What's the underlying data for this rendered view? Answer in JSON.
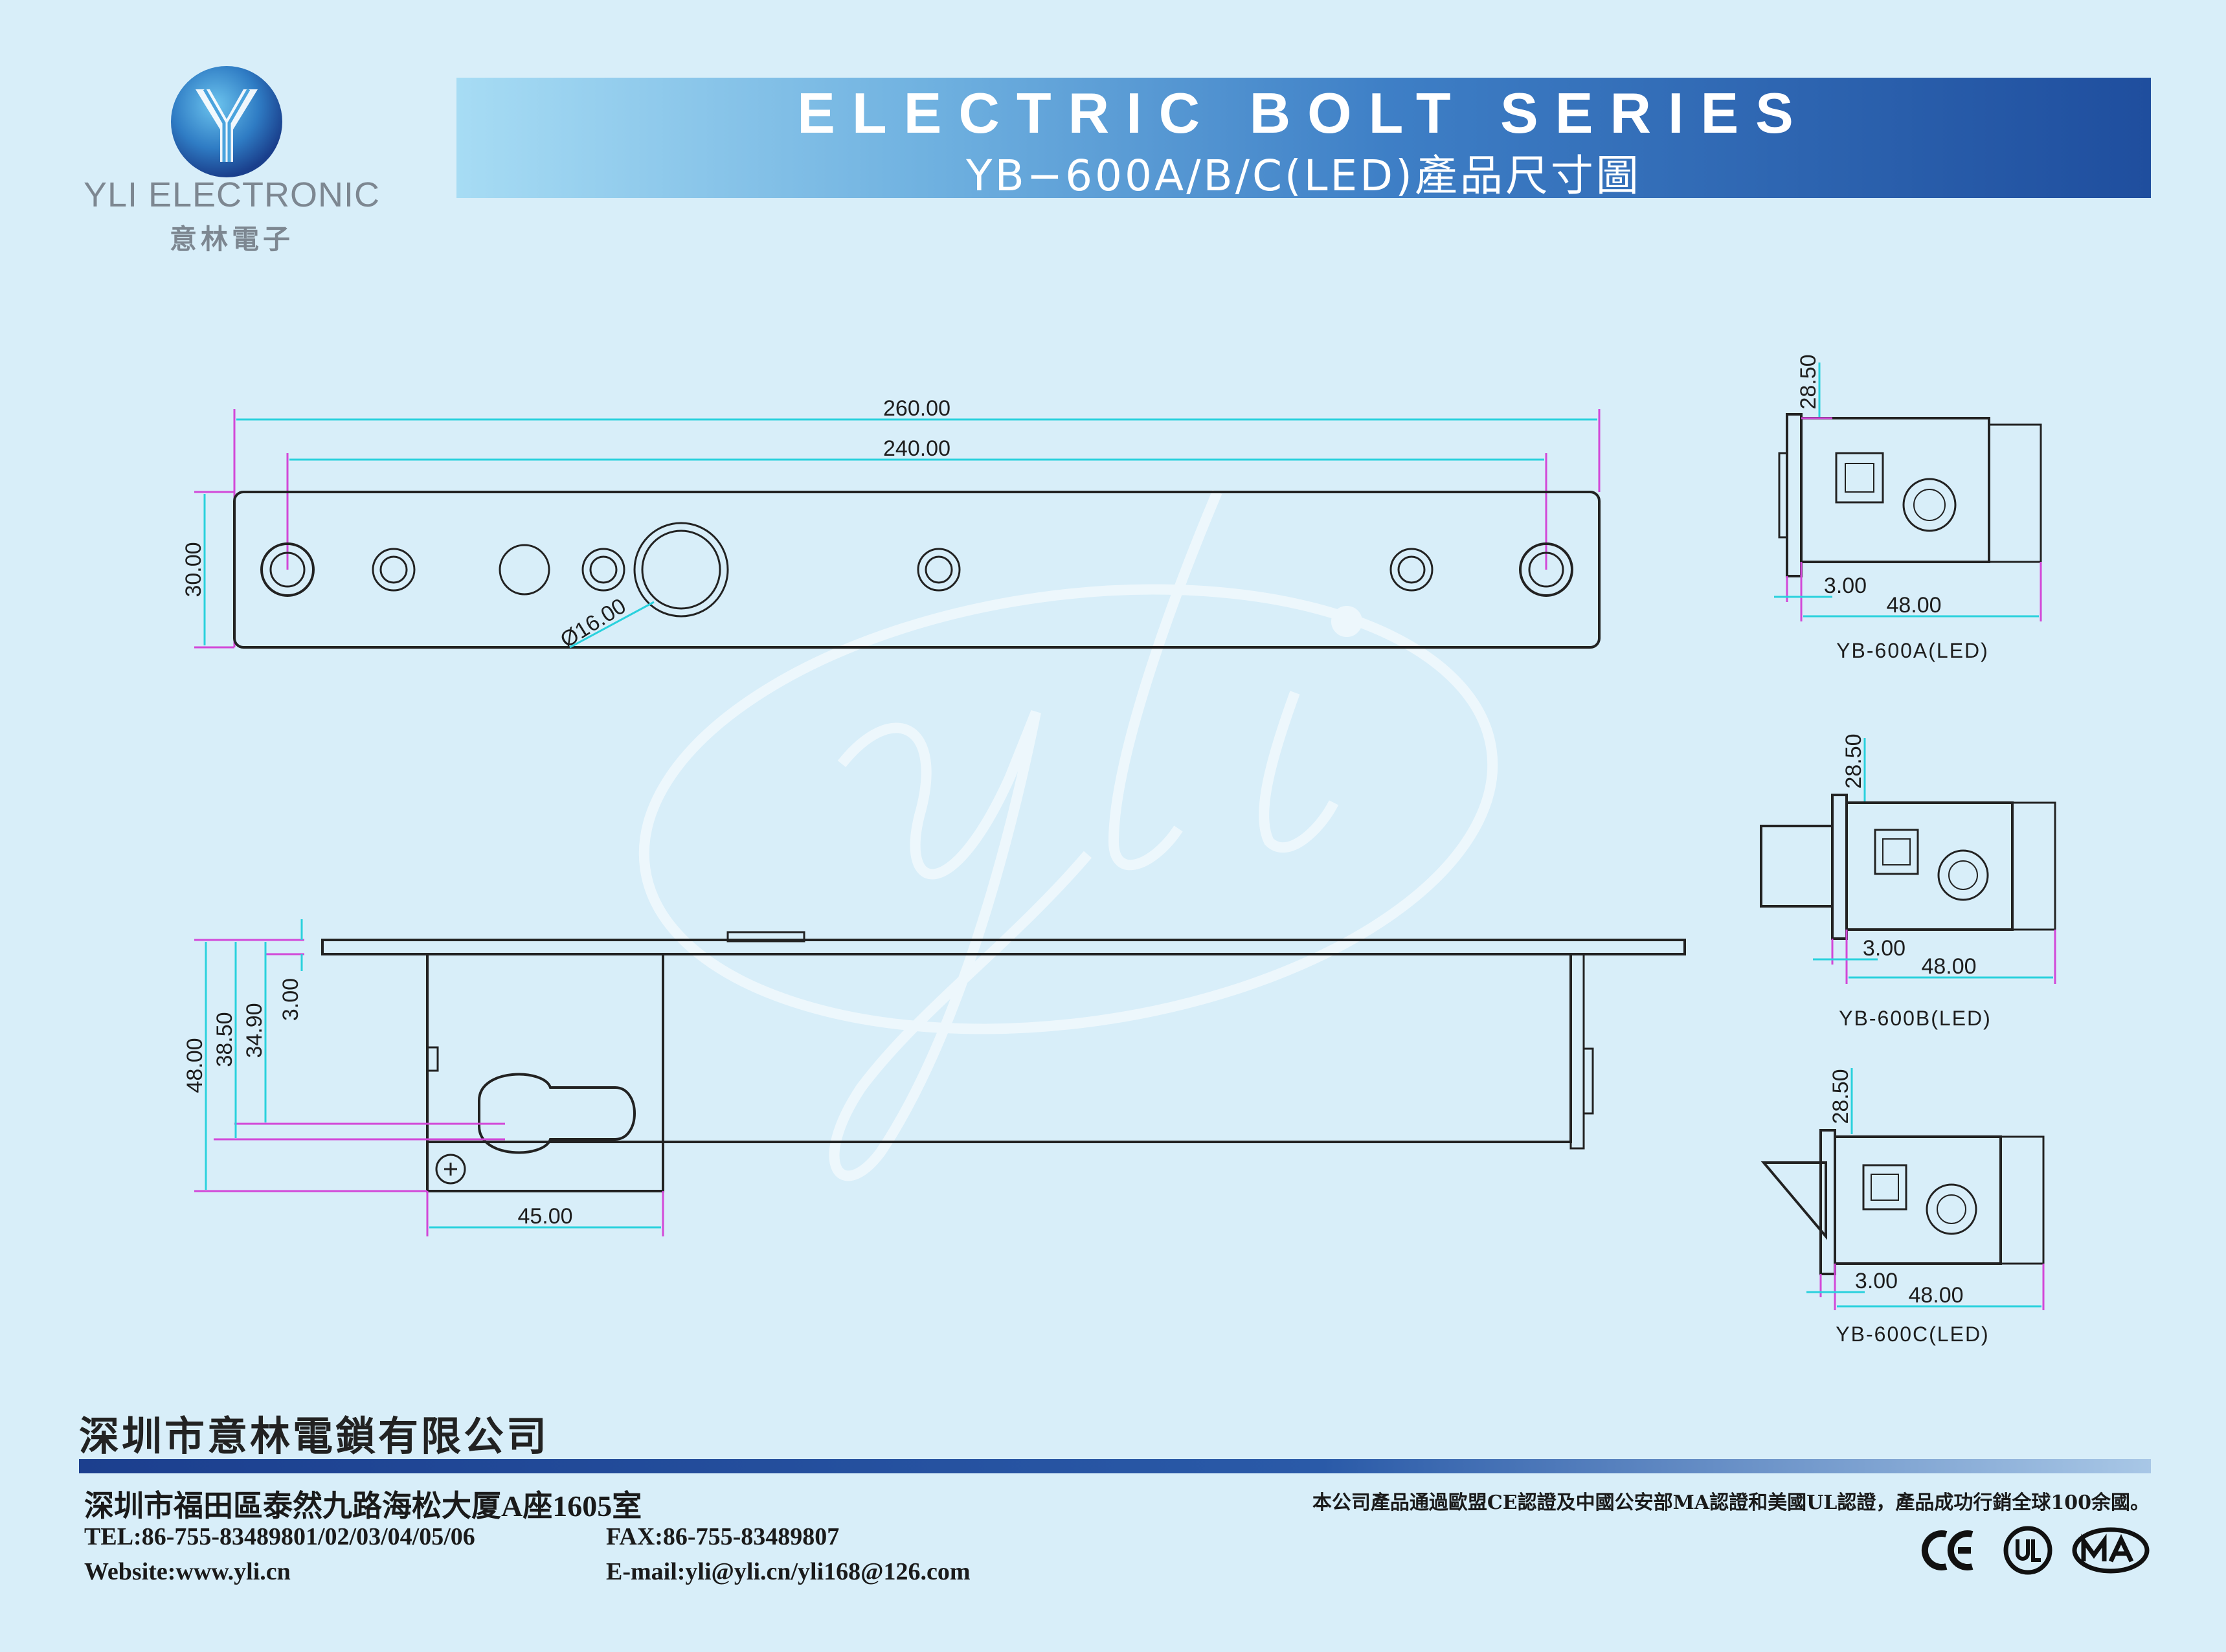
{
  "brand": {
    "name_en": "YLI ELECTRONIC",
    "name_cn": "意林電子",
    "logo_icon": "yli-logo-icon",
    "watermark_text": "yli",
    "logo_colors": {
      "outer": "#1f4e9e",
      "inner": "#4aa3dd"
    }
  },
  "header": {
    "title": "ELECTRIC BOLT SERIES",
    "subtitle": "YB−600A/B/C(LED)產品尺寸圖"
  },
  "front_view": {
    "dims": {
      "overall_length": "260.00",
      "hole_spacing": "240.00",
      "height": "30.00",
      "hole_diameter": "Ø16.00"
    }
  },
  "side_view": {
    "dims": {
      "total_depth": "48.00",
      "depth_b": "38.50",
      "depth_c": "34.90",
      "plate_thickness": "3.00",
      "body_width": "45.00"
    }
  },
  "variants": [
    {
      "label": "YB-600A(LED)",
      "dim_top": "28.50",
      "dim_offset": "3.00",
      "dim_width": "48.00"
    },
    {
      "label": "YB-600B(LED)",
      "dim_top": "28.50",
      "dim_offset": "3.00",
      "dim_width": "48.00"
    },
    {
      "label": "YB-600C(LED)",
      "dim_top": "28.50",
      "dim_offset": "3.00",
      "dim_width": "48.00"
    }
  ],
  "footer": {
    "company_name": "深圳市意林電鎖有限公司",
    "address": "深圳市福田區泰然九路海松大厦A座1605室",
    "tel": "TEL:86-755-83489801/02/03/04/05/06",
    "fax": "FAX:86-755-83489807",
    "website": "Website:www.yli.cn",
    "email": "E-mail:yli@yli.cn/yli168@126.com",
    "cert_note": "本公司產品通過歐盟CE認證及中國公安部MA認證和美國UL認證，產品成功行銷全球100余國。",
    "certifications": [
      "CE",
      "UL",
      "MA"
    ]
  },
  "colors": {
    "background": "#d8eef9",
    "dimension_line": "#2ad1dd",
    "extension_line": "#d248d8",
    "outline": "#222222"
  }
}
